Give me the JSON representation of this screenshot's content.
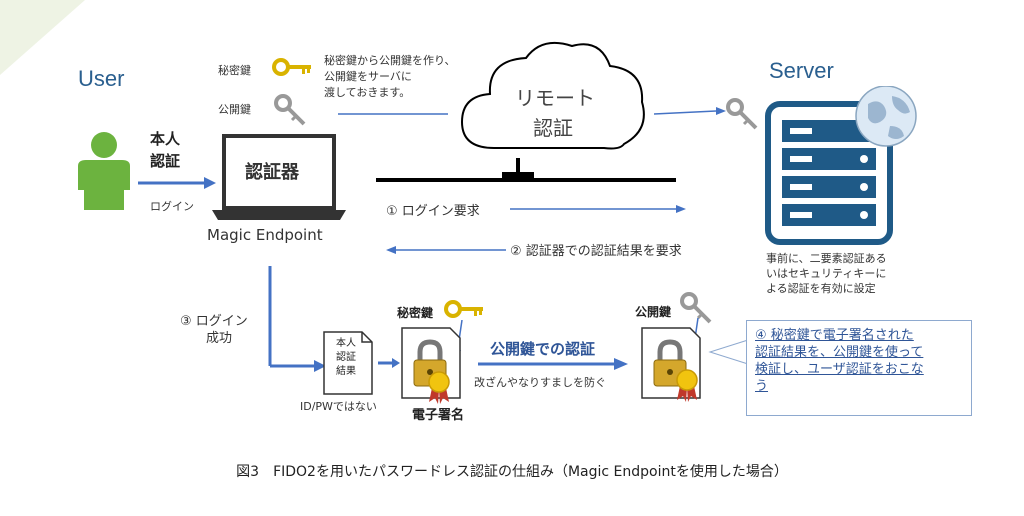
{
  "user_label": "User",
  "server_label": "Server",
  "private_key_label": "秘密鍵",
  "public_key_label": "公開鍵",
  "key_desc": [
    "秘密鍵から公開鍵を作り、",
    "公開鍵をサーバに",
    "渡しておきます。"
  ],
  "cloud_label": [
    "リモート",
    "認証"
  ],
  "self_auth": [
    "本人",
    "認証"
  ],
  "login_label": "ログイン",
  "authenticator_label": "認証器",
  "magic_endpoint_label": "Magic Endpoint",
  "step1": "① ログイン要求",
  "step2": "② 認証器での認証結果を要求",
  "server_desc": [
    "事前に、二要素認証ある",
    "いはセキュリティキーに",
    "よる認証を有効に設定"
  ],
  "step3": [
    "③ ログイン",
    "成功"
  ],
  "doc_text": [
    "本人",
    "認証",
    "結果"
  ],
  "not_idpw": "ID/PWではない",
  "private_key_label2": "秘密鍵",
  "signature_label": "電子署名",
  "pubkey_auth_title": "公開鍵での認証",
  "pubkey_auth_sub": "改ざんやなりすましを防ぐ",
  "public_key_label2": "公開鍵",
  "step4": [
    "④ 秘密鍵で電子署名された",
    "認証結果を、公開鍵を使って",
    "検証し、ユーザ認証をおこな",
    "う"
  ],
  "caption": "図3　FIDO2を用いたパスワードレス認証の仕組み（Magic Endpointを使用した場合）",
  "colors": {
    "accent_blue": "#4472c4",
    "title_blue": "#2a5f8f",
    "user_green": "#6cb33f",
    "server_blue": "#1f5a87"
  }
}
